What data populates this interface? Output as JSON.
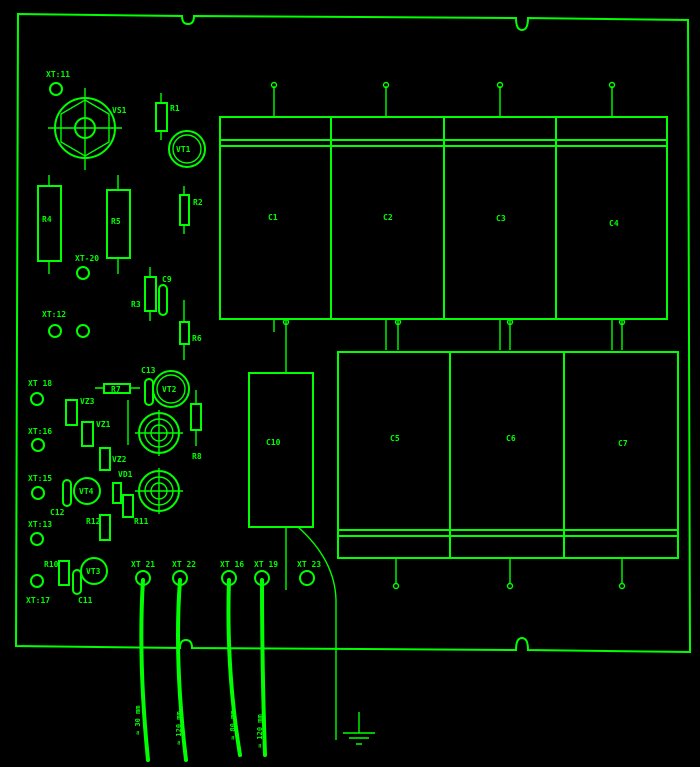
{
  "colors": {
    "line": "#00ff00",
    "background": "#000000"
  },
  "labels": {
    "xt11": "XT:11",
    "vs1": "VS1",
    "r1": "R1",
    "vt1": "VT1",
    "r4": "R4",
    "r5": "R5",
    "r2": "R2",
    "xt20": "XT-20",
    "r3": "R3",
    "c9": "C9",
    "r6": "R6",
    "xt12": "XT:12",
    "xt18": "XT 18",
    "xt16a": "XT:16",
    "xt15": "XT:15",
    "xt13": "XT:13",
    "xt17": "XT:17",
    "r7": "R7",
    "c13": "C13",
    "vt2": "VT2",
    "vz3": "VZ3",
    "vz1": "VZ1",
    "vz2": "VZ2",
    "vd1": "VD1",
    "r11": "R11",
    "r12": "R12",
    "vt4": "VT4",
    "c12": "C12",
    "r10": "R10",
    "vt3": "VT3",
    "c11": "C11",
    "r8": "R8",
    "xt21": "XT 21",
    "xt22": "XT 22",
    "xt16": "XT 16",
    "xt19": "XT 19",
    "xt23": "XT 23",
    "c1": "C1",
    "c2": "C2",
    "c3": "C3",
    "c4": "C4",
    "c5": "C5",
    "c6": "C6",
    "c7": "C7",
    "c10": "C10"
  },
  "wires": {
    "w1": "≈ 30 mm",
    "w2": "≈ 120 mm",
    "w3": "≈ 80 mm",
    "w4": "≈ 120 mm"
  }
}
